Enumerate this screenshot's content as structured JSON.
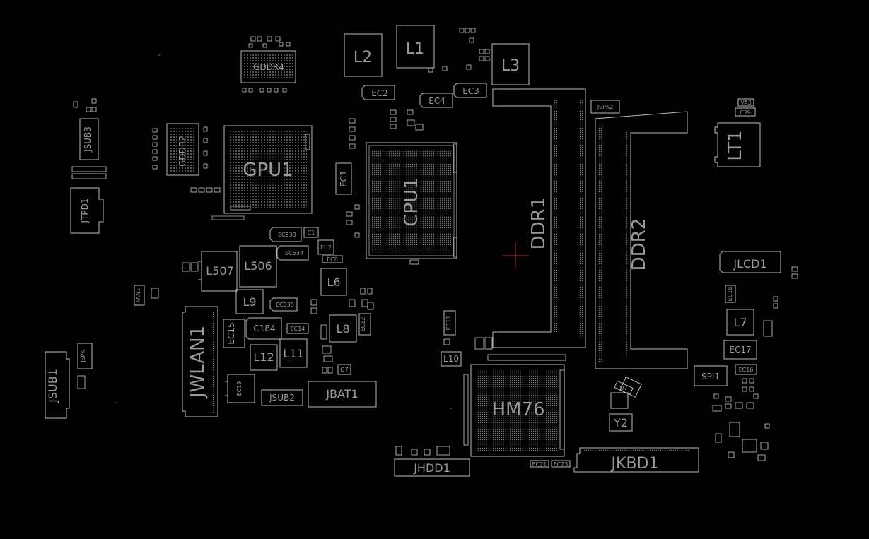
{
  "colors": {
    "background": "#000000",
    "outline": "#bdbdbd",
    "label": "#9a9a9a",
    "cursor": "#b03030"
  },
  "components": {
    "gpu1": "GPU1",
    "cpu1": "CPU1",
    "hm76": "HM76",
    "ddr1": "DDR1",
    "ddr2": "DDR2",
    "gddr4": "GDDR4",
    "gddr2": "GDDR2",
    "jsub3": "JSUB3",
    "jtpd1": "JTPD1",
    "jsub1": "JSUB1",
    "jspk": "JSPK",
    "jwlan1": "JWLAN1",
    "jsub2": "JSUB2",
    "jbat1": "JBAT1",
    "jhdd1": "JHDD1",
    "jkbd1": "JKBD1",
    "jlcd1": "JLCD1",
    "jspk2": "JSPK2",
    "lt1": "LT1",
    "l1": "L1",
    "l2": "L2",
    "l3": "L3",
    "l6": "L6",
    "l7": "L7",
    "l8": "L8",
    "l9": "L9",
    "l10": "L10",
    "l11": "L11",
    "l12": "L12",
    "l506": "L506",
    "l507": "L507",
    "ec1": "EC1",
    "ec2": "EC2",
    "ec3": "EC3",
    "ec4": "EC4",
    "ec15": "EC15",
    "ec17": "EC17",
    "ec19": "EC19",
    "c184": "C184",
    "ec533": "EC533",
    "ec534": "EC534",
    "ec535": "EC535",
    "ec14": "EC14",
    "ec12": "EC12",
    "ec11": "EC11",
    "ec16": "EC16",
    "ec18": "EC18",
    "ec21": "EC21",
    "ec23": "EC23",
    "ec8": "EC8",
    "y2": "Y2",
    "spi1": "SPI1",
    "c39": "C39",
    "va3": "VA3",
    "q7": "Q7",
    "fan1": "FAN1",
    "u7": "U7",
    "eu2": "EU2",
    "c1": "C1"
  }
}
